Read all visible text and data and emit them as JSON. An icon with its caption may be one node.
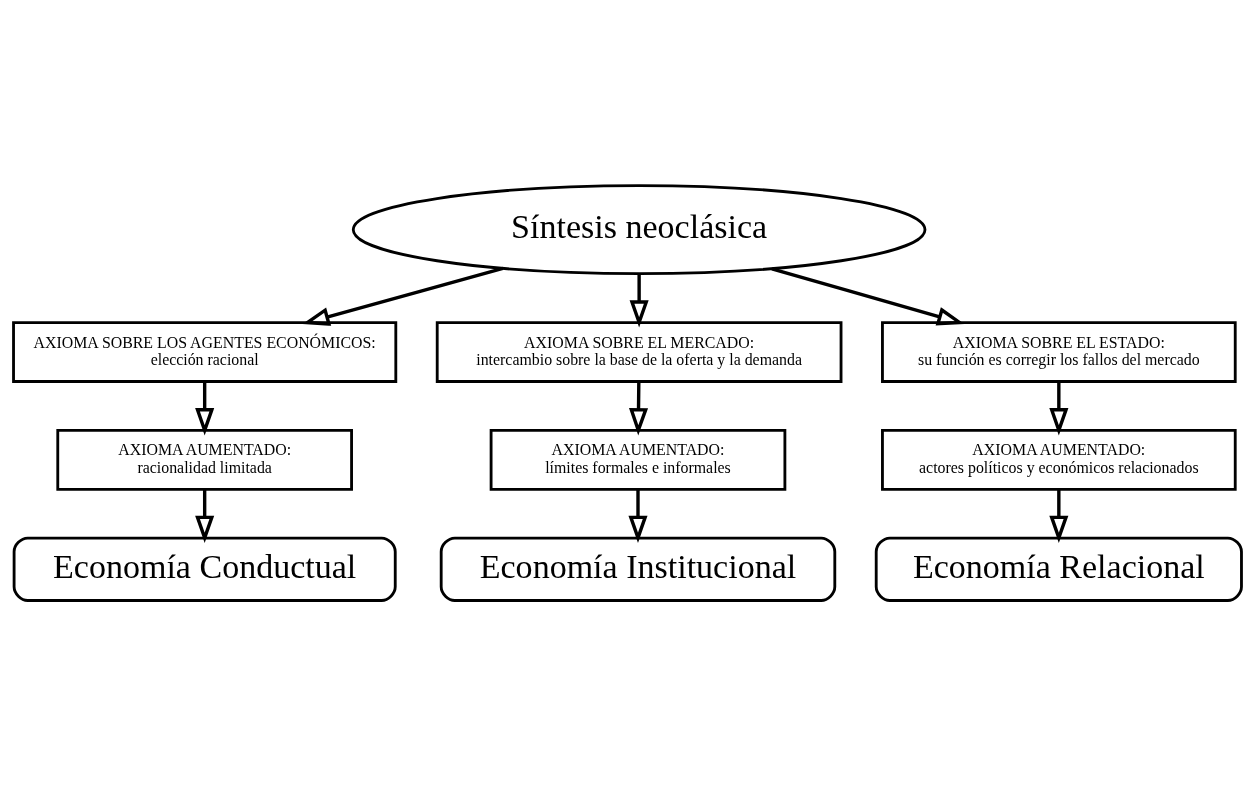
{
  "diagram": {
    "nodes": [
      {
        "text": [
          "Síntesis neoclásica"
        ]
      },
      {
        "text": [
          "AXIOMA SOBRE LOS AGENTES ECONÓMICOS:",
          "elección racional"
        ]
      },
      {
        "text": [
          "AXIOMA SOBRE EL MERCADO:",
          "intercambio sobre la base de la oferta y la demanda"
        ]
      },
      {
        "text": [
          "AXIOMA SOBRE EL ESTADO:",
          "su función es corregir los fallos del mercado"
        ]
      },
      {
        "text": [
          "AXIOMA AUMENTADO:",
          "racionalidad limitada"
        ]
      },
      {
        "text": [
          "AXIOMA AUMENTADO:",
          "límites formales e informales"
        ]
      },
      {
        "text": [
          "AXIOMA AUMENTADO:",
          "actores políticos y económicos relacionados"
        ]
      },
      {
        "text": [
          "Economía Conductual"
        ]
      },
      {
        "text": [
          "Economía Institucional"
        ]
      },
      {
        "text": [
          "Economía Relacional"
        ]
      }
    ],
    "edges": [
      {
        "from": 0,
        "to": 1,
        "arrow": "to"
      },
      {
        "from": 0,
        "to": 2,
        "arrow": "to"
      },
      {
        "from": 0,
        "to": 3,
        "arrow": "to"
      },
      {
        "from": 1,
        "to": 4,
        "arrow": "to"
      },
      {
        "from": 2,
        "to": 5,
        "arrow": "to"
      },
      {
        "from": 3,
        "to": 6,
        "arrow": "to"
      },
      {
        "from": 4,
        "to": 7,
        "arrow": "to"
      },
      {
        "from": 5,
        "to": 8,
        "arrow": "to"
      },
      {
        "from": 6,
        "to": 9,
        "arrow": "to"
      }
    ]
  }
}
